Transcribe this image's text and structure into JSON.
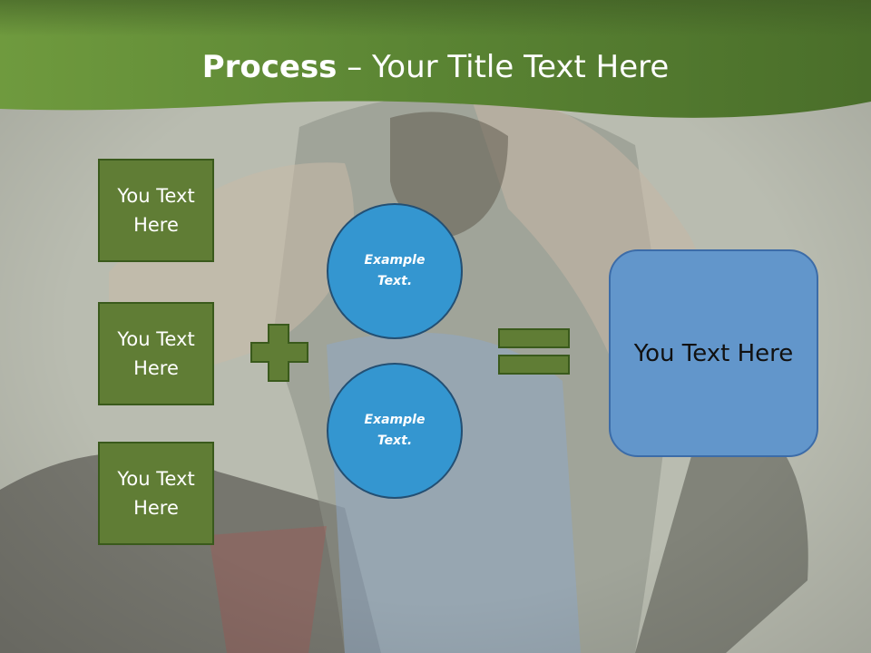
{
  "title": {
    "bold": "Process",
    "rest": " – Your Title Text Here"
  },
  "left_boxes": [
    {
      "label": "You Text Here"
    },
    {
      "label": "You Text Here"
    },
    {
      "label": "You Text Here"
    }
  ],
  "circles": [
    {
      "label": "Example Text."
    },
    {
      "label": "Example Text."
    }
  ],
  "result_box": {
    "label": "You Text Here"
  },
  "colors": {
    "header": "#5f8a3a",
    "box_fill": "#607d35",
    "circle_fill": "#3496d0",
    "result_fill": "#6296cb"
  }
}
